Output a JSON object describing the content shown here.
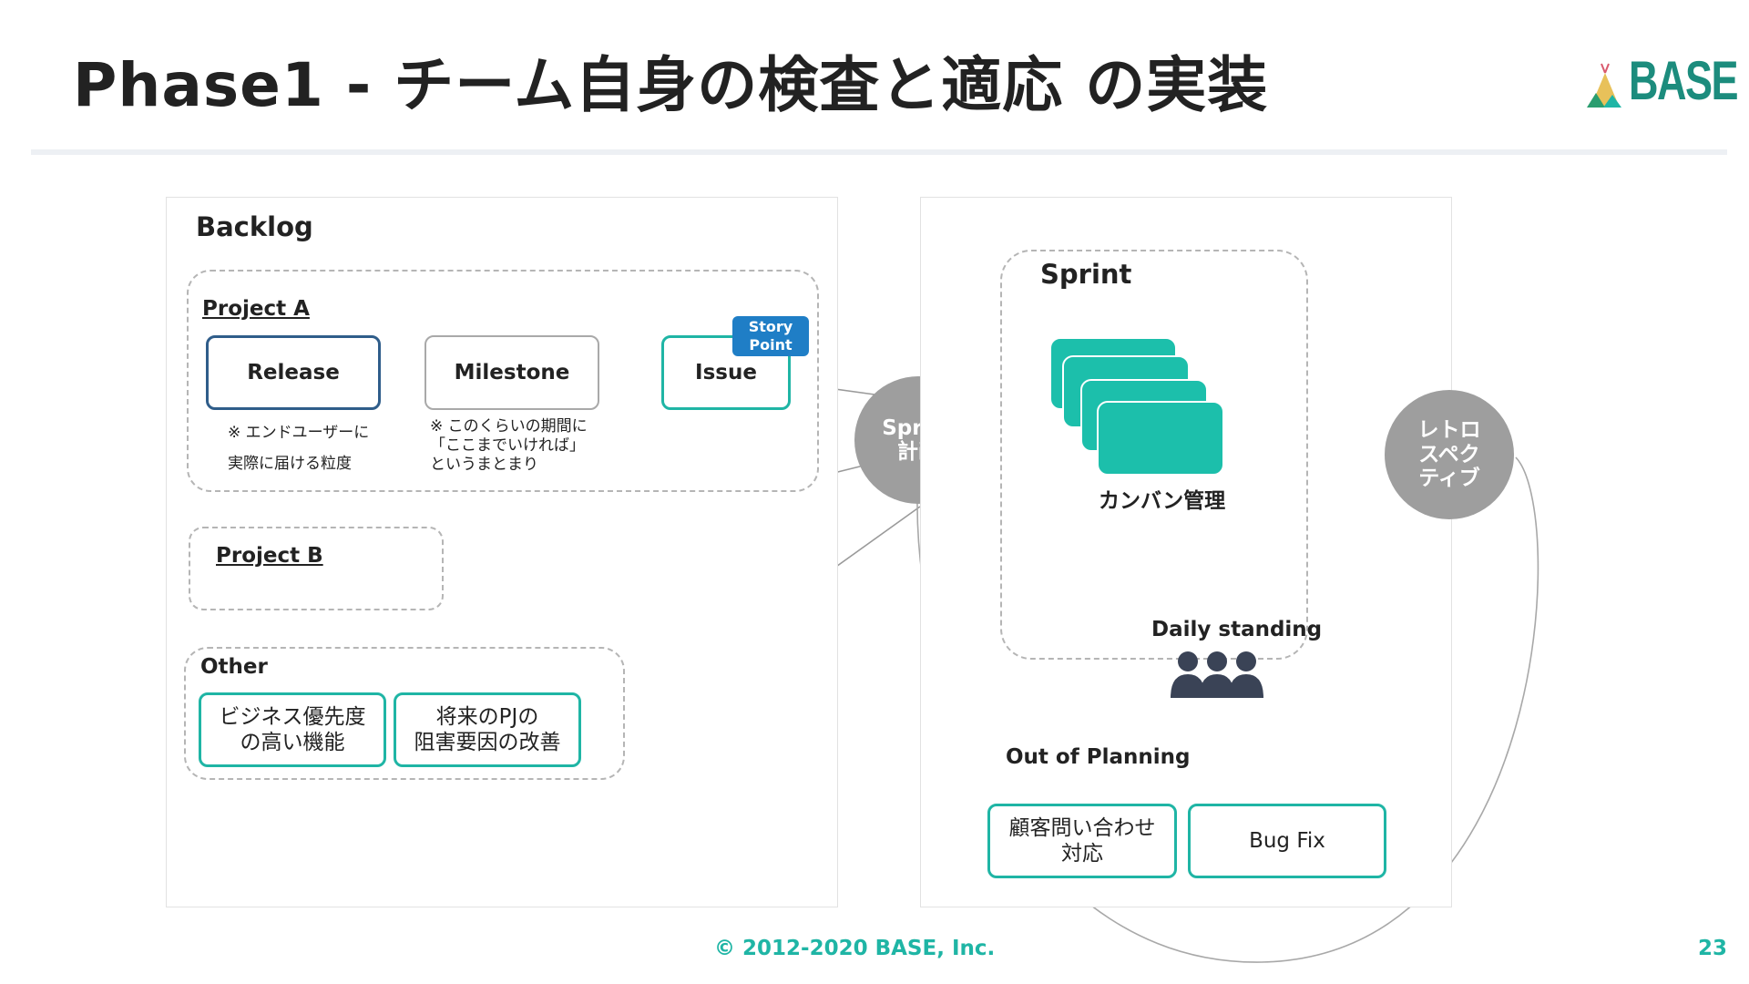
{
  "title": "Phase1 - チーム自身の検査と適応 の実装",
  "logo_text": "BASE",
  "backlog": {
    "heading": "Backlog",
    "project_a": {
      "label": "Project A",
      "release": "Release",
      "milestone": "Milestone",
      "issue": "Issue",
      "story_point": "Story\nPoint",
      "release_note": "※ エンドユーザーに\n実際に届ける粒度",
      "milestone_note": "※ このくらいの期間に\n「ここまでいければ」\nというまとまり"
    },
    "project_b": {
      "label": "Project B"
    },
    "other": {
      "label": "Other",
      "item1": "ビジネス優先度\nの高い機能",
      "item2": "将来のPJの\n阻害要因の改善"
    }
  },
  "sprint_planning": "Sprint\n計画",
  "sprint": {
    "heading": "Sprint",
    "kanban_label": "カンバン管理",
    "daily_label": "Daily standing",
    "out_of_planning": "Out of Planning",
    "customer_inquiry": "顧客問い合わせ\n対応",
    "bug_fix": "Bug Fix"
  },
  "retrospective": "レトロ\nスペク\nティブ",
  "footer": {
    "copyright": "© 2012-2020 BASE, Inc.",
    "page_number": "23"
  },
  "colors": {
    "teal": "#1fb5a5",
    "kanban_card": "#1cbfab",
    "navy_border": "#2f5d8a",
    "story_badge": "#1f7ec6",
    "circle_gray": "#9e9e9e",
    "people_icon": "#3a4356"
  }
}
